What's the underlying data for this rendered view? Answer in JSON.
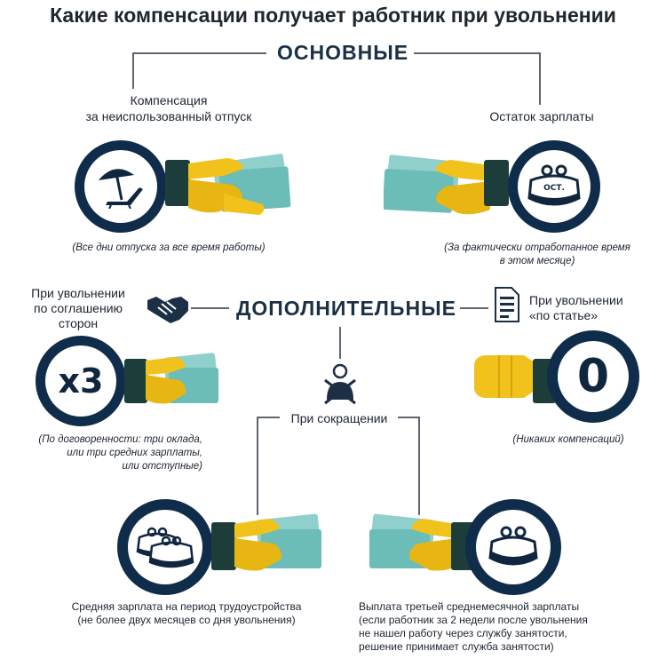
{
  "title": "Какие компенсации получает работник при увольнении",
  "sections": {
    "main": "ОСНОВНЫЕ",
    "additional": "ДОПОЛНИТЕЛЬНЫЕ"
  },
  "items": {
    "vacation": {
      "label_line1": "Компенсация",
      "label_line2": "за неиспользованный отпуск",
      "note": "(Все дни отпуска за все время работы)"
    },
    "salary": {
      "label": "Остаток зарплаты",
      "purse_text": "ОСТ.",
      "note_line1": "(За фактически отработанное время",
      "note_line2": "в этом месяце)"
    },
    "agreement": {
      "label_line1": "При увольнении",
      "label_line2": "по соглашению",
      "label_line3": "сторон",
      "circle_text": "x3",
      "note_line1": "(По договоренности: три оклада,",
      "note_line2": "или три средних зарплаты,",
      "note_line3": "или отступные)"
    },
    "article": {
      "label_line1": "При увольнении",
      "label_line2": "«по статье»",
      "circle_text": "0",
      "note": "(Никаких компенсаций)"
    },
    "reduction": {
      "label": "При сокращении"
    },
    "avg_salary": {
      "note_line1": "Средняя зарплата на период трудоустройства",
      "note_line2": "(не более двух месяцев со дня увольнения)"
    },
    "third_salary": {
      "note_line1": "Выплата третьей среднемесячной зарплаты",
      "note_line2": "(если работник за 2 недели после увольнения",
      "note_line3": "не нашел работу через службу занятости,",
      "note_line4": "решение принимает служба занятости)"
    }
  },
  "icons": [
    "beach-umbrella-icon",
    "purse-icon",
    "handshake-icon",
    "document-icon",
    "person-crossed-icon",
    "hand-money-icon",
    "fist-icon"
  ],
  "colors": {
    "navy": "#0f2c4a",
    "hand_yellow": "#f1c21b",
    "money_teal": "#7fc7c4",
    "cuff_green": "#1d3d3a"
  }
}
